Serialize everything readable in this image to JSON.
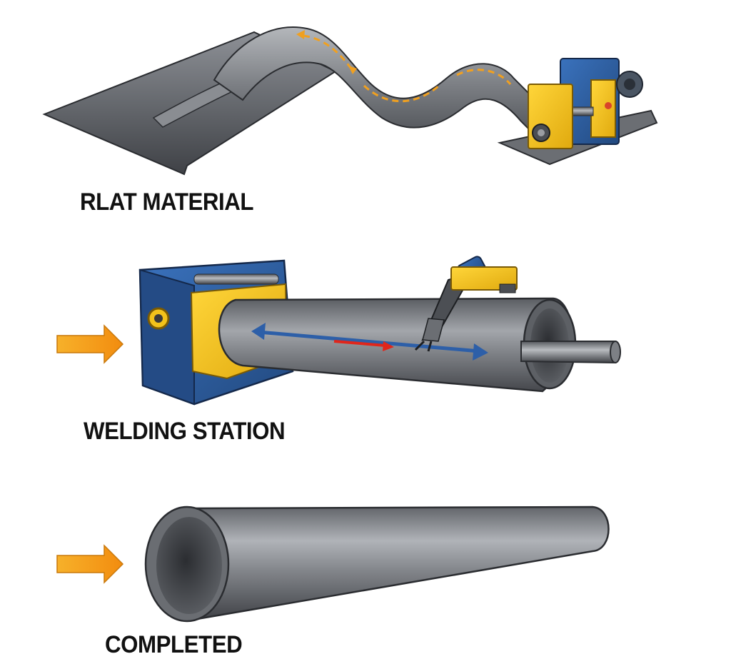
{
  "stages": [
    {
      "id": "flat",
      "label": "RLAT MATERIAL"
    },
    {
      "id": "welding",
      "label": "WELDING STATION"
    },
    {
      "id": "completed",
      "label": "COMPLETED"
    }
  ],
  "colors": {
    "steel": "#6b6e73",
    "steel_dark": "#3d3f44",
    "steel_light": "#a9acb1",
    "machine_blue": "#2f5fa3",
    "machine_yellow": "#f2c21b",
    "flow_orange": "#f5a01a",
    "weld_red": "#e0261b",
    "seam_blue": "#2d5fa8"
  }
}
